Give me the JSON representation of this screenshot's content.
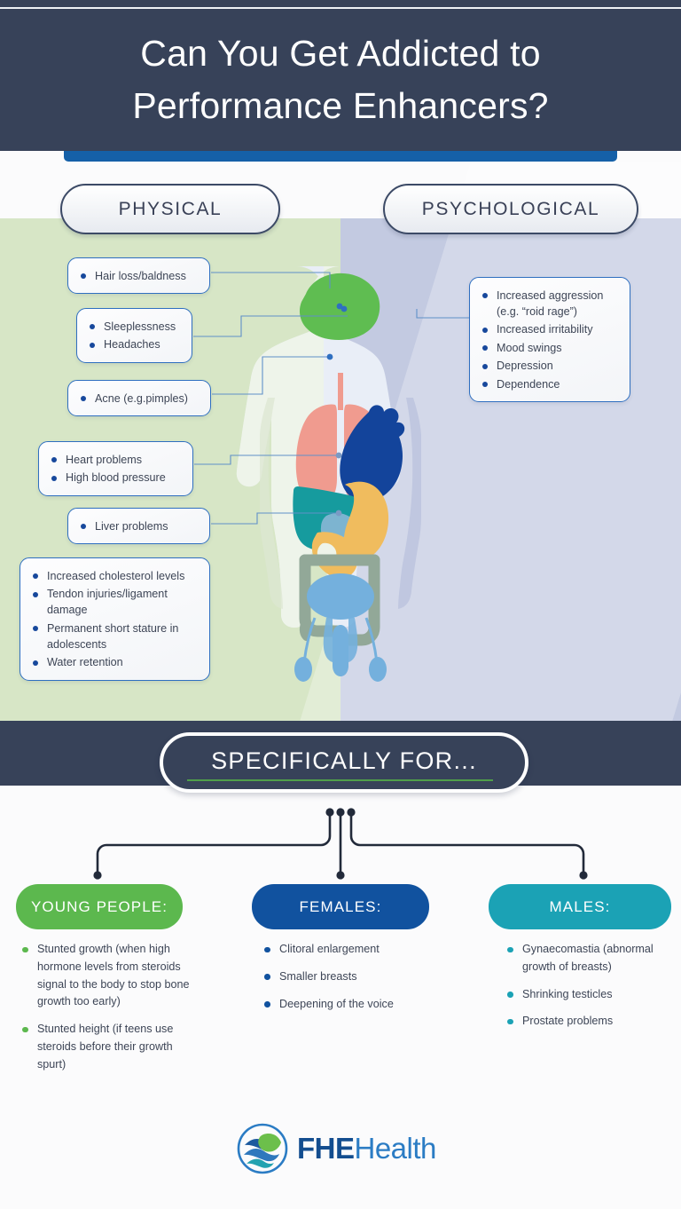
{
  "header": {
    "title_line1": "Can You Get Addicted to",
    "title_line2": "Performance Enhancers?",
    "bg_color": "#374259",
    "accent_bar_color": "#1560a8"
  },
  "tabs": {
    "physical": "PHYSICAL",
    "psychological": "PSYCHOLOGICAL"
  },
  "panels": {
    "left_bg": "#d7e6c6",
    "right_bg": "#c3cae1"
  },
  "physical_callouts": [
    {
      "id": "hair",
      "items": [
        "Hair loss/baldness"
      ]
    },
    {
      "id": "sleep",
      "items": [
        "Sleeplessness",
        "Headaches"
      ]
    },
    {
      "id": "acne",
      "items": [
        "Acne (e.g.pimples)"
      ]
    },
    {
      "id": "heart",
      "items": [
        "Heart problems",
        "High blood pressure"
      ]
    },
    {
      "id": "liver",
      "items": [
        "Liver problems"
      ]
    },
    {
      "id": "misc",
      "items": [
        "Increased cholesterol levels",
        "Tendon injuries/ligament damage",
        "Permanent short stature in adolescents",
        "Water retention"
      ]
    }
  ],
  "psychological_callout": {
    "items": [
      "Increased aggression (e.g. “roid rage”)",
      "Increased irritability",
      "Mood swings",
      "Depression",
      "Dependence"
    ]
  },
  "anatomy": {
    "brain_color": "#5cb84e",
    "lungs_color": "#f09b8f",
    "heart_color": "#13449b",
    "liver_color": "#169b9e",
    "stomach_color": "#f0bc5e",
    "colon_color": "#92a898",
    "bladder_color": "#74b0dd",
    "body_color": "#e9eef7"
  },
  "specifically": {
    "label": "SPECIFICALLY FOR...",
    "underline_color": "#4f9f4a"
  },
  "categories": [
    {
      "id": "young",
      "label": "YOUNG PEOPLE:",
      "color": "#5cb84e",
      "items": [
        "Stunted growth (when high hormone levels from steroids signal to the body to stop bone growth too early)",
        "Stunted height (if teens use steroids before their growth spurt)"
      ]
    },
    {
      "id": "females",
      "label": "FEMALES:",
      "color": "#11529f",
      "items": [
        "Clitoral enlargement",
        "Smaller breasts",
        "Deepening of the voice"
      ]
    },
    {
      "id": "males",
      "label": "MALES:",
      "color": "#1ba2b5",
      "items": [
        "Gynaecomastia (abnormal growth of breasts)",
        "Shrinking testicles",
        "Prostate problems"
      ]
    }
  ],
  "logo": {
    "brand_bold": "FHE",
    "brand_light": "Health",
    "mark_colors": {
      "wave_dark": "#1d5a9e",
      "wave_teal": "#23a2b0",
      "leaf": "#6cbf4b",
      "ring": "#2b7cc4"
    }
  }
}
